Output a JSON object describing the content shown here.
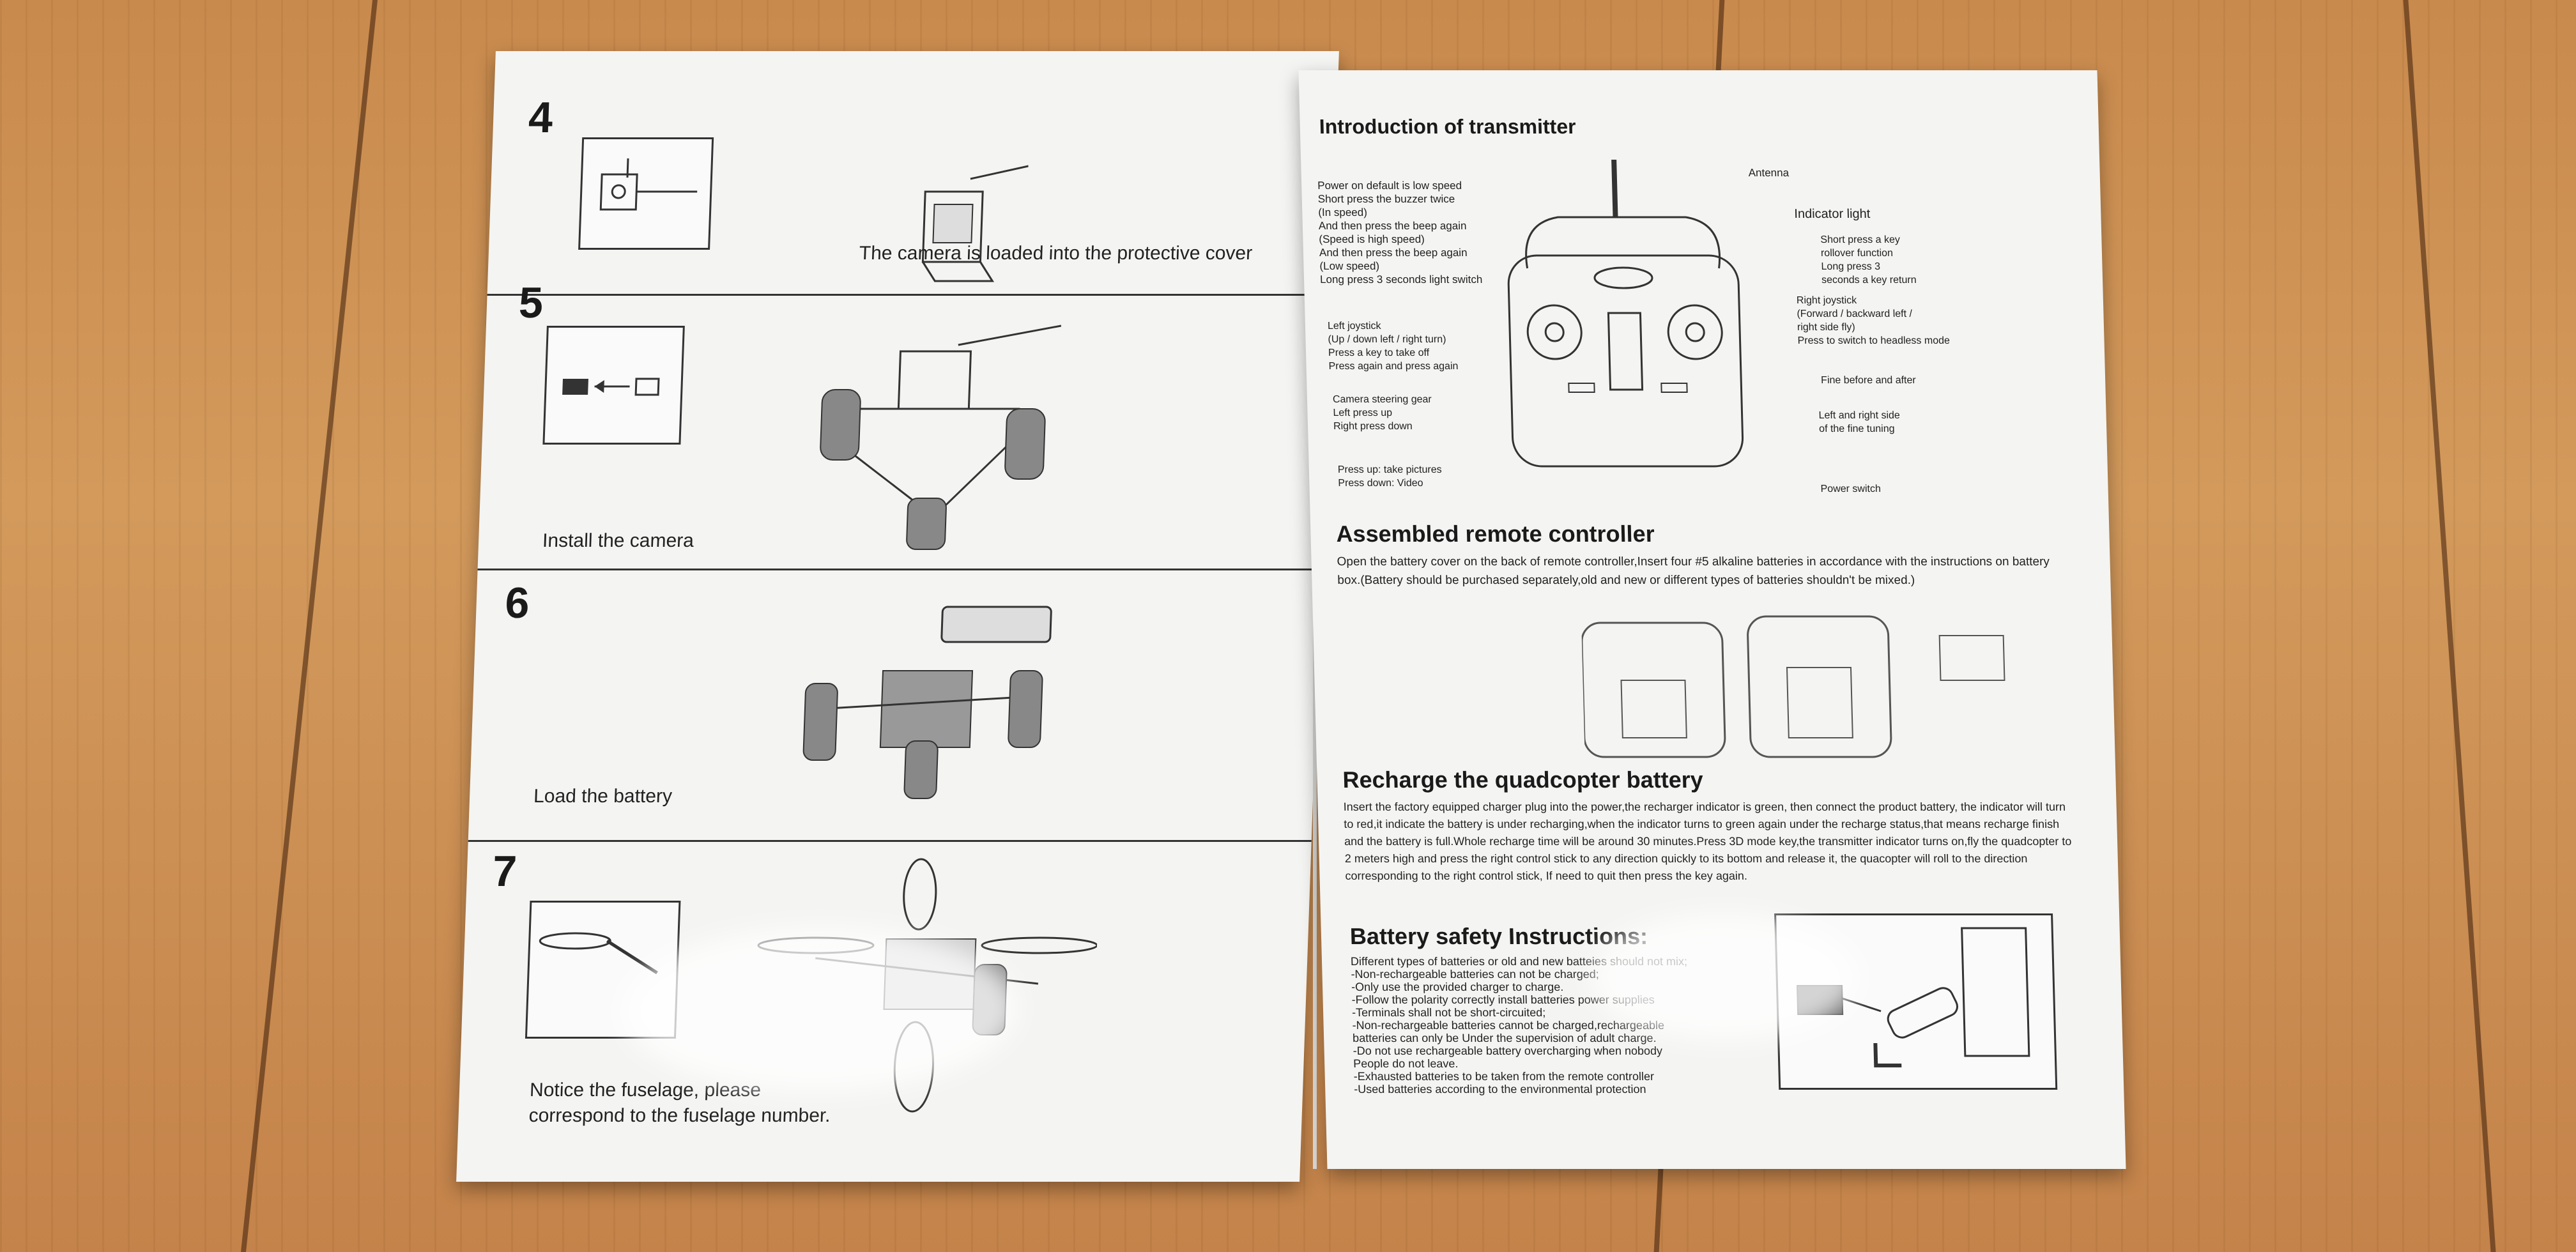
{
  "left_page": {
    "step4": {
      "number": "4",
      "caption": "The camera is loaded into the protective cover"
    },
    "step5": {
      "number": "5",
      "caption": "Install the camera"
    },
    "step6": {
      "number": "6",
      "caption": "Load the battery"
    },
    "step7": {
      "number": "7",
      "caption_line1": "Notice the fuselage, please",
      "caption_line2": "correspond to the fuselage number."
    }
  },
  "right_page": {
    "transmitter": {
      "heading": "Introduction of transmitter",
      "labels": {
        "power_default": "Power on default is low speed\nShort press the buzzer twice\n(In speed)\nAnd then press the beep again\n(Speed is high speed)\nAnd then press the beep again\n(Low speed)\nLong press 3 seconds light switch",
        "antenna": "Antenna",
        "indicator": "Indicator light",
        "short_press": "Short press a key\nrollover function\nLong press 3\nseconds a key return",
        "right_joystick": "Right joystick\n(Forward / backward left /\nright side fly)\nPress to switch to headless mode",
        "left_joystick": "Left joystick\n(Up / down left / right turn)\nPress a key to take off\nPress again and press again",
        "fine_before": "Fine before and after",
        "camera_gear": "Camera steering gear\nLeft press up\nRight press down",
        "fine_sides": "Left and right side\nof the fine tuning",
        "press_pictures": "Press up: take pictures\nPress down: Video",
        "power_switch": "Power switch"
      }
    },
    "assembled": {
      "heading": "Assembled remote controller",
      "text": "Open the battery cover on the back of remote controller,Insert four #5 alkaline batteries in accordance with the instructions on battery box.(Battery should be purchased separately,old and new or different types of batteries shouldn't be mixed.)"
    },
    "recharge": {
      "heading": "Recharge the quadcopter battery",
      "text": "Insert the factory equipped charger plug into the power,the recharger indicator is green, then connect the product battery, the indicator will turn to red,it indicate the battery is under recharging,when the indicator turns to green again under the recharge status,that means recharge finish and the battery is full.Whole recharge time will be around 30 minutes.Press 3D mode key,the transmitter indicator turns on,fly the quadcopter to 2 meters high and press the right control stick to any direction quickly to its bottom and release it, the quacopter will roll to the direction corresponding to the right control stick, If need to quit then press the key again."
    },
    "safety": {
      "heading": "Battery safety Instructions:",
      "lines": [
        "Different types of batteries or old and new batteies should not mix;",
        "-Non-rechargeable batteries can not be charged;",
        "-Only use the provided charger to charge.",
        "-Follow the polarity correctly install batteries power supplies",
        "-Terminals shall not be short-circuited;",
        "-Non-rechargeable batteries cannot be charged,rechargeable",
        " batteries can only be Under the supervision of adult charge.",
        "-Do not use rechargeable battery overcharging when nobody",
        " People do not leave.",
        "-Exhausted batteries to be taken from the remote controller",
        "-Used batteries according to the environmental protection"
      ]
    }
  }
}
